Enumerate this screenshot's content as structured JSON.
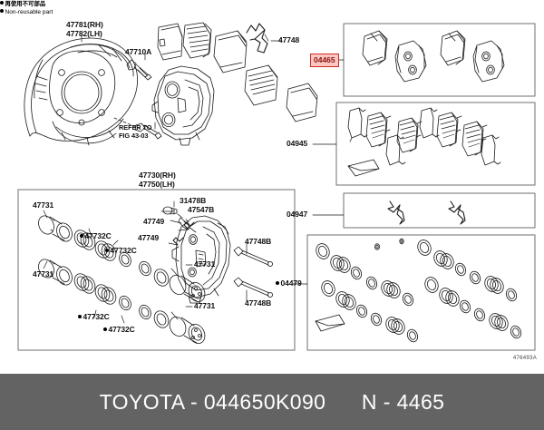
{
  "document": {
    "type": "parts-catalog-diagram",
    "reference_code": "476493A"
  },
  "footer": {
    "brand": "TOYOTA",
    "separator": "-",
    "part_number": "044650K090",
    "group_prefix": "N",
    "group_number": "4465",
    "full_text": "TOYOTA - 044650K090    N - 4465",
    "background_color": "#636363",
    "text_color": "#ffffff"
  },
  "highlight": {
    "label": "04465",
    "fill_color": "#fbc7c3",
    "border_color": "#cf2a22",
    "text_color": "#8a1410"
  },
  "note": {
    "line1_jp": "再使用不可部品",
    "line2_en": "Non-reusable part"
  },
  "refer": {
    "line1": "REFER TO",
    "line2": "FIG  43-03"
  },
  "labels": {
    "backing_plate_rh": "47781(RH)",
    "backing_plate_lh": "47782(LH)",
    "shield_bolt": "47710A",
    "pad_clip": "47748",
    "caliper_rh": "47730(RH)",
    "caliper_lh": "47750(LH)",
    "bleeder_cap": "31478B",
    "bleeder_screw": "47547B",
    "clip_a": "47749",
    "clip_b": "47749",
    "slide_bolt_a": "47748B",
    "slide_bolt_b": "47748B",
    "piston_1": "47731",
    "piston_2": "47731",
    "piston_3": "47731",
    "piston_4": "47731",
    "seal_1": "47732C",
    "seal_2": "47732C",
    "seal_3": "47732C",
    "seal_4": "47732C",
    "pad_kit": "04465",
    "shim_kit": "04945",
    "spring_kit": "04947",
    "seal_kit": "04479"
  },
  "boxes": {
    "pad_kit_box": "04465",
    "shim_kit_box": "04945",
    "spring_kit_box": "04947",
    "seal_kit_box": "04479",
    "caliper_box": "47730(RH) 47750(LH)"
  }
}
